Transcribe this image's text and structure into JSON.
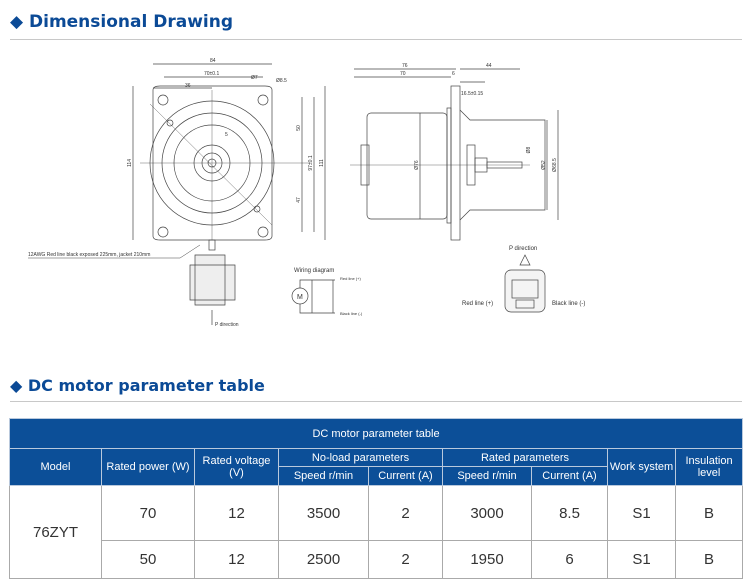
{
  "sections": {
    "drawing": "Dimensional Drawing",
    "table": "DC motor parameter table"
  },
  "drawing": {
    "front": {
      "d84": "84",
      "d70": "70±0.1",
      "d36": "36",
      "d7": "Ø7",
      "d85": "Ø8.5",
      "d5": "5",
      "d114": "114",
      "d50": "50",
      "d97": "97±0.1",
      "d47": "47",
      "d111": "111"
    },
    "side": {
      "d76": "76",
      "d70": "70",
      "d6": "6",
      "d44": "44",
      "d165": "16.5±0.15",
      "dia76": "Ø76",
      "dia8": "Ø8",
      "dia52": "Ø52",
      "dia685": "Ø68.5"
    },
    "cable_note": "12AWG Red line black exposed 225mm, jacket 210mm",
    "p_direction": "P direction",
    "wiring_title": "Wiring diagram",
    "motor_symbol": "M",
    "red_line": "Red line (+)",
    "black_line": "Black line (-)"
  },
  "table": {
    "caption": "DC motor parameter table",
    "headers": {
      "model": "Model",
      "power": "Rated power (W)",
      "voltage": "Rated voltage (V)",
      "noload": "No-load parameters",
      "rated": "Rated parameters",
      "work": "Work system",
      "insulation": "Insulation level",
      "speed1": "Speed r/min",
      "current1": "Current (A)",
      "speed2": "Speed r/min",
      "current2": "Current (A)"
    },
    "model": "76ZYT",
    "rows": [
      {
        "power": "70",
        "voltage": "12",
        "nl_speed": "3500",
        "nl_current": "2",
        "r_speed": "3000",
        "r_current": "8.5",
        "work": "S1",
        "ins": "B"
      },
      {
        "power": "50",
        "voltage": "12",
        "nl_speed": "2500",
        "nl_current": "2",
        "r_speed": "1950",
        "r_current": "6",
        "work": "S1",
        "ins": "B"
      }
    ]
  }
}
